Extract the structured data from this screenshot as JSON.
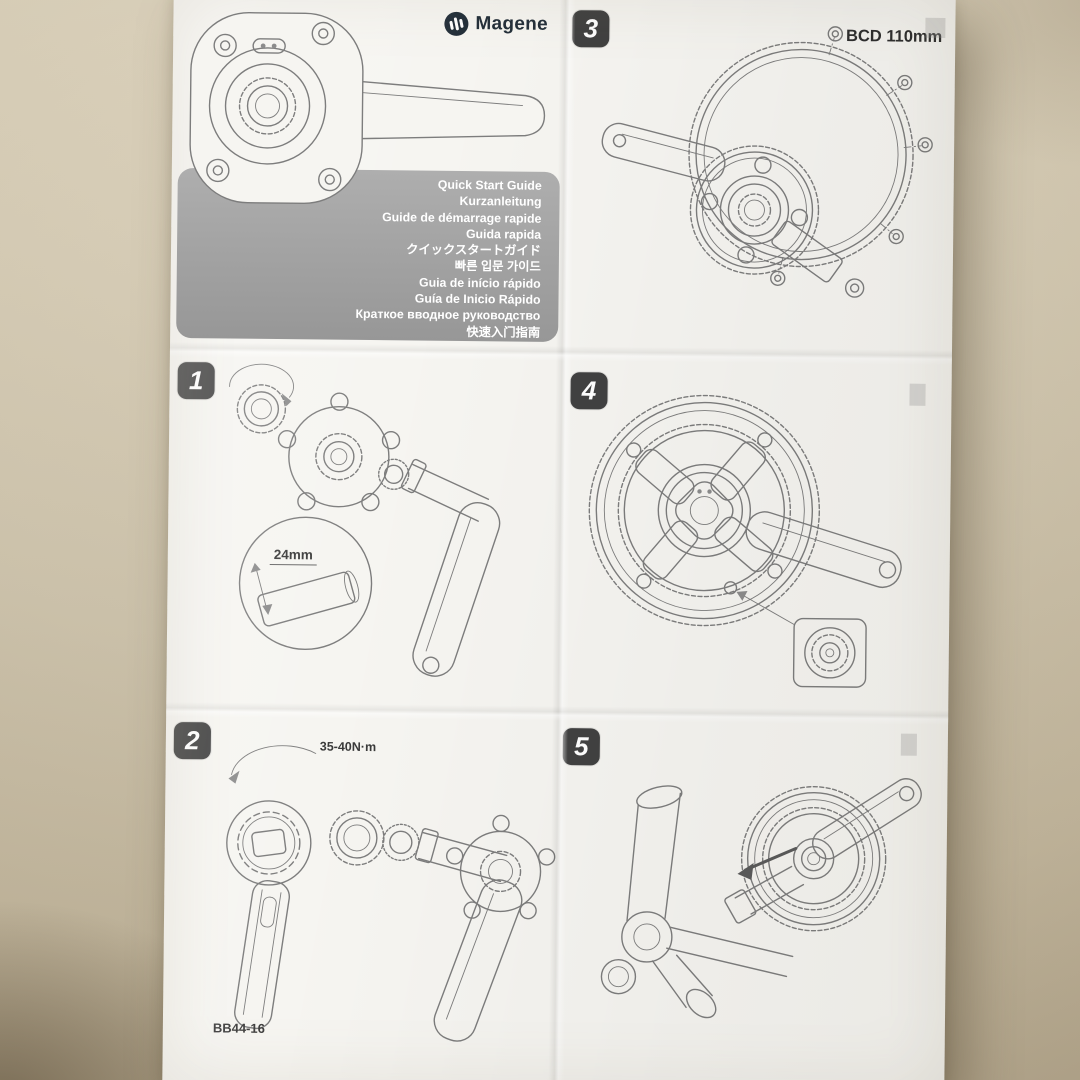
{
  "brand": {
    "name": "Magene"
  },
  "cover": {
    "titles": [
      "Quick Start Guide",
      "Kurzanleitung",
      "Guide de démarrage rapide",
      "Guida rapida",
      "クイックスタートガイド",
      "빠른 입문 가이드",
      "Guia de início rápido",
      "Guía de Inicio Rápido",
      "Краткое вводное руководство",
      "快速入门指南"
    ]
  },
  "steps": {
    "s1": {
      "number": "1",
      "dimension_label": "24mm"
    },
    "s2": {
      "number": "2",
      "torque_label": "35-40N·m",
      "part_label": "BB44-16"
    },
    "s3": {
      "number": "3",
      "bcd_label": "BCD 110mm"
    },
    "s4": {
      "number": "4"
    },
    "s5": {
      "number": "5"
    }
  }
}
